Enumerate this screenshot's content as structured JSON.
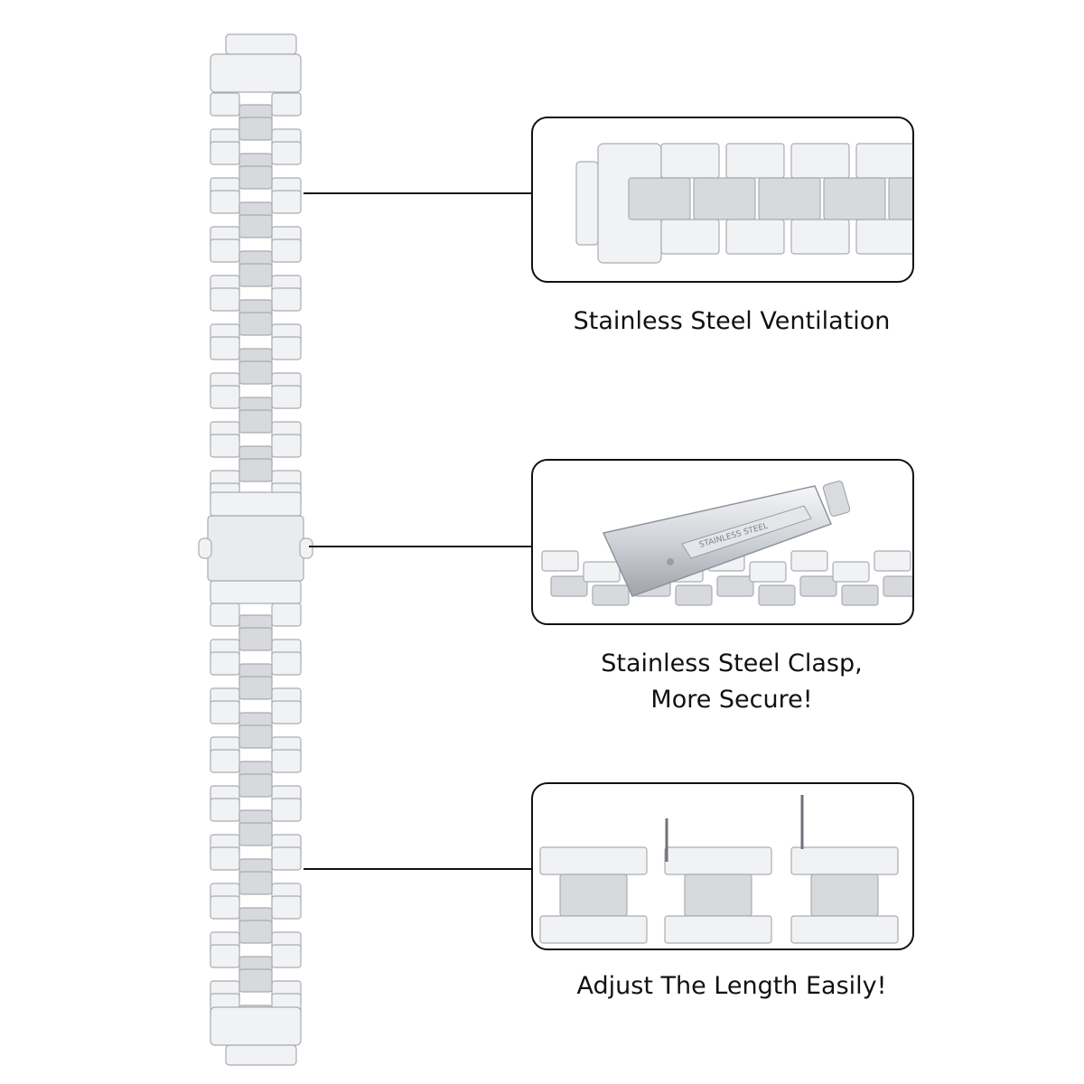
{
  "features": [
    {
      "caption_lines": [
        "Stainless Steel Ventilation"
      ]
    },
    {
      "caption_lines": [
        "Stainless Steel Clasp,",
        "More Secure!"
      ],
      "engraving": "STAINLESS STEEL"
    },
    {
      "caption_lines": [
        "Adjust The Length Easily!"
      ]
    }
  ],
  "colors": {
    "steel_light": "#f1f2f4",
    "steel_mid": "#d7d9dd",
    "steel_dark": "#a9acb2",
    "outline": "#111111"
  }
}
